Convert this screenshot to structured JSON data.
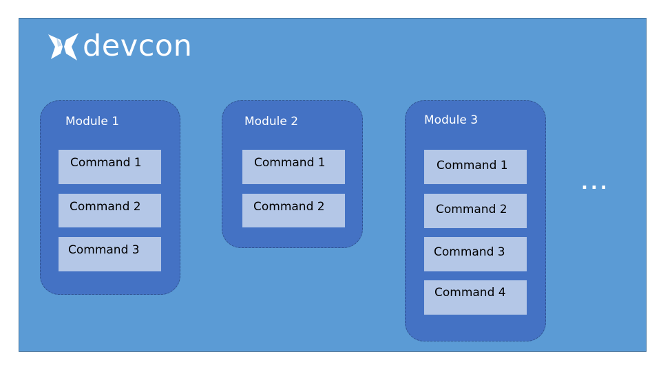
{
  "brand": {
    "name": "devcon",
    "icon": "devcon-logo-icon"
  },
  "modules": [
    {
      "title": "Module 1",
      "commands": [
        "Command 1",
        "Command 2",
        "Command 3"
      ]
    },
    {
      "title": "Module 2",
      "commands": [
        "Command 1",
        "Command 2"
      ]
    },
    {
      "title": "Module 3",
      "commands": [
        "Command 1",
        "Command 2",
        "Command 3",
        "Command 4"
      ]
    }
  ],
  "more_indicator": "...",
  "colors": {
    "background_panel": "#5b9bd5",
    "module_fill": "#4472c4",
    "command_fill": "#b4c7e7",
    "text_light": "#ffffff",
    "text_dark": "#000000"
  }
}
